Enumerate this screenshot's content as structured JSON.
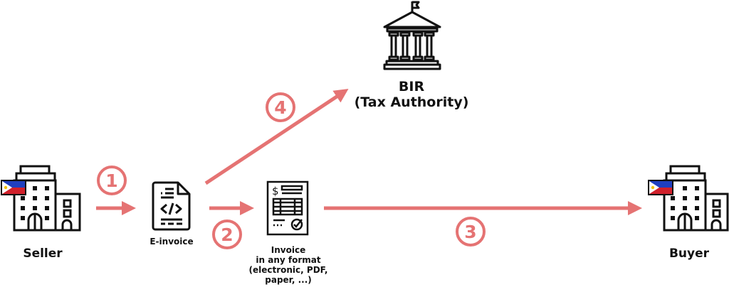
{
  "colors": {
    "arrow": "#e57373",
    "icon_stroke": "#111111",
    "flag_blue": "#1f3fbf",
    "flag_red": "#d0202a",
    "flag_sun": "#f2c200"
  },
  "nodes": {
    "seller": {
      "label": "Seller",
      "icon": "office-building-with-philippine-flag-icon"
    },
    "einvoice": {
      "label": "E-invoice",
      "icon": "code-document-icon"
    },
    "invoice": {
      "label_lines": [
        "Invoice",
        "in any format",
        "(electronic, PDF,",
        "paper, ...)"
      ],
      "icon": "invoice-document-icon"
    },
    "bir": {
      "label_lines": [
        "BIR",
        "(Tax Authority)"
      ],
      "icon": "government-building-icon"
    },
    "buyer": {
      "label": "Buyer",
      "icon": "office-building-with-philippine-flag-icon"
    }
  },
  "steps": [
    {
      "number": "1",
      "from": "seller",
      "to": "einvoice"
    },
    {
      "number": "2",
      "from": "einvoice",
      "to": "invoice"
    },
    {
      "number": "3",
      "from": "invoice",
      "to": "buyer"
    },
    {
      "number": "4",
      "from": "einvoice",
      "to": "bir"
    }
  ]
}
